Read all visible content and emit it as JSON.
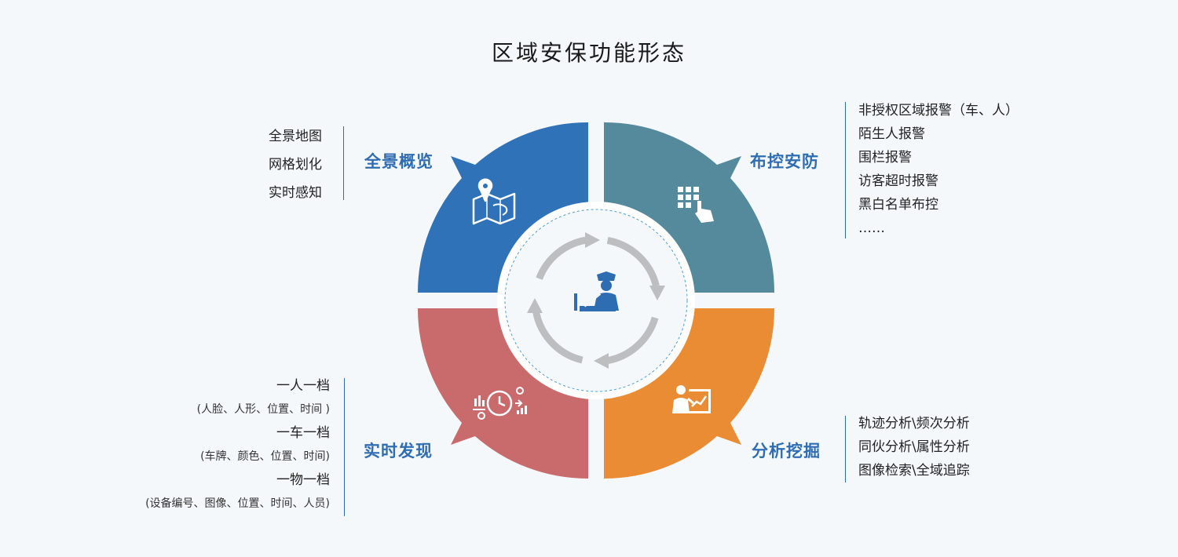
{
  "title": "区域安保功能形态",
  "colors": {
    "top_left": "#2f72b8",
    "top_right": "#548a9c",
    "bottom_left": "#c96b6c",
    "bottom_right": "#ea8c34",
    "ring": "#ffffff",
    "arrows": "#bcbec0",
    "accent_text": "#2f6db3",
    "center_icon": "#2f6db3"
  },
  "quadrants": {
    "top_left": {
      "title": "全景概览",
      "icon": "map-pin-icon",
      "items": [
        "全景地图",
        "网格划化",
        "实时感知"
      ]
    },
    "top_right": {
      "title": "布控安防",
      "icon": "keypad-touch-icon",
      "items": [
        "非授权区域报警（车、人）",
        "陌生人报警",
        "围栏报警",
        "访客超时报警",
        "黑白名单布控",
        "……"
      ]
    },
    "bottom_left": {
      "title": "实时发现",
      "icon": "clock-chart-icon",
      "items": [
        "一人一档",
        "(人脸、人形、位置、时间 )",
        "一车一档",
        "(车牌、颜色、位置、时间)",
        "一物一档",
        "(设备编号、图像、位置、时间、人员)"
      ]
    },
    "bottom_right": {
      "title": "分析挖掘",
      "icon": "presenter-chart-icon",
      "items": [
        "轨迹分析\\频次分析",
        "同伙分析\\属性分析",
        "图像检索\\全域追踪"
      ]
    }
  },
  "center_icon": "security-guard-icon"
}
